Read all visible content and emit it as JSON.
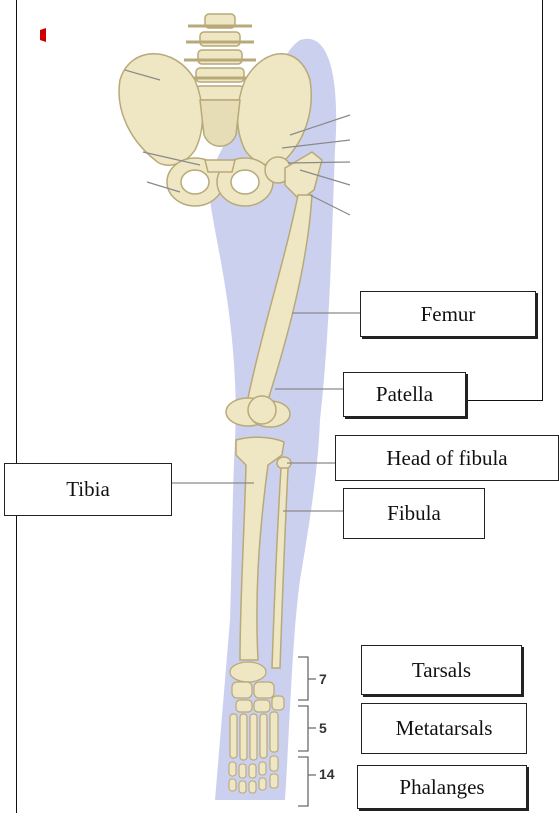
{
  "labels": {
    "femur": "Femur",
    "patella": "Patella",
    "head_of_fibula": "Head of fibula",
    "tibia": "Tibia",
    "fibula": "Fibula",
    "tarsals": "Tarsals",
    "metatarsals": "Metatarsals",
    "phalanges": "Phalanges"
  },
  "counts": {
    "tarsals": "7",
    "metatarsals": "5",
    "phalanges": "14"
  },
  "colors": {
    "bone": "#efe6c4",
    "bone_shade": "#d8cc9e",
    "bone_outline": "#b8a978",
    "body_silhouette": "#c9cdee",
    "leader_line": "#8a8a8a",
    "accent_red": "#cc0000"
  }
}
